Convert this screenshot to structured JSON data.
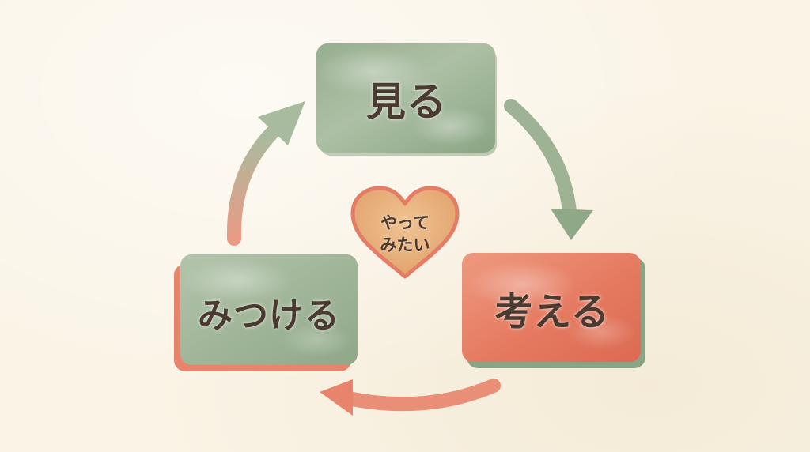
{
  "diagram": {
    "nodes": [
      {
        "id": "see",
        "label": "見る"
      },
      {
        "id": "think",
        "label": "考える"
      },
      {
        "id": "find",
        "label": "みつける"
      }
    ],
    "edges": [
      {
        "from": "see",
        "to": "think"
      },
      {
        "from": "think",
        "to": "find"
      },
      {
        "from": "find",
        "to": "see"
      }
    ],
    "center": {
      "shape": "heart",
      "line1": "やって",
      "line2": "みたい"
    }
  },
  "colors": {
    "background": "#faf4e6",
    "green": "#9cb394",
    "green_dark": "#86a07f",
    "coral": "#e98a72",
    "coral_dark": "#d9664f",
    "heart_fill": "#e6ad78",
    "heart_border": "#e47c66",
    "text": "#4a3a30"
  }
}
